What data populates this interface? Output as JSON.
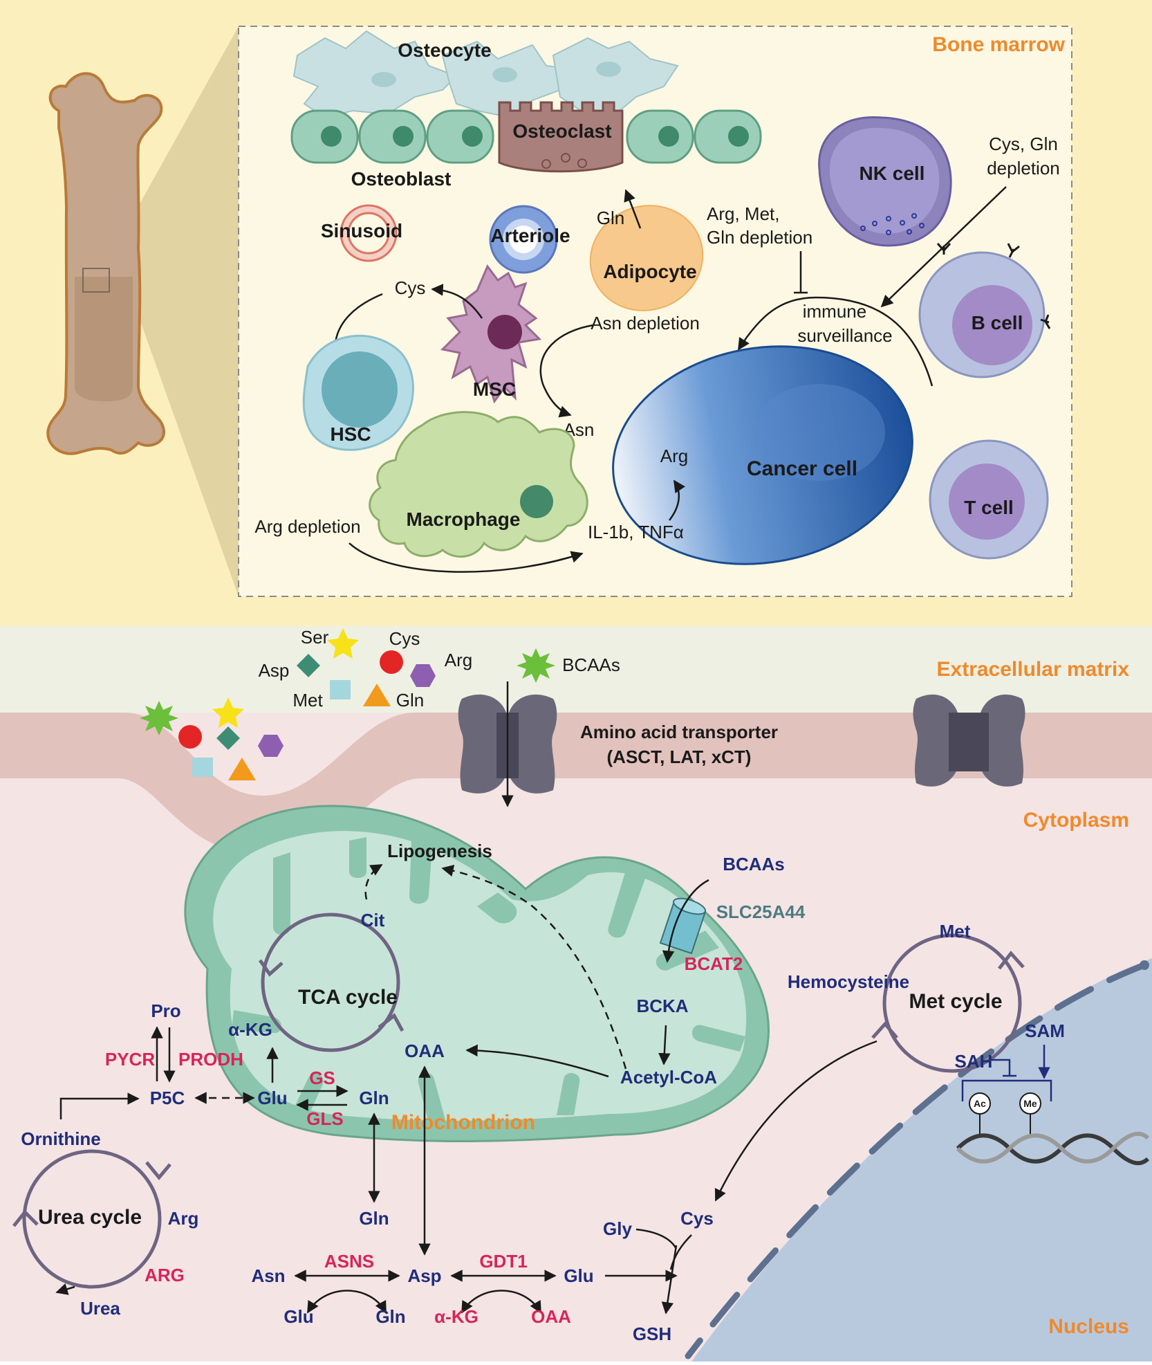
{
  "sections": {
    "bone_marrow": "Bone marrow",
    "extracellular_matrix": "Extracellular matrix",
    "cytoplasm": "Cytoplasm",
    "nucleus": "Nucleus",
    "mitochondrion": "Mitochondrion"
  },
  "bone_marrow": {
    "osteocyte": "Osteocyte",
    "osteoclast": "Osteoclast",
    "osteoblast": "Osteoblast",
    "sinusoid": "Sinusoid",
    "arteriole": "Arteriole",
    "adipocyte": "Adipocyte",
    "gln_from_adipocyte": "Gln",
    "nk_cell": "NK cell",
    "b_cell": "B cell",
    "t_cell": "T cell",
    "cys_gln_depletion_line1": "Cys, Gln",
    "cys_gln_depletion_line2": "depletion",
    "arg_met_gln_line1": "Arg, Met,",
    "arg_met_gln_line2": "Gln depletion",
    "immune_line1": "immune",
    "immune_line2": "surveillance",
    "cys": "Cys",
    "hsc": "HSC",
    "msc": "MSC",
    "asn_depletion": "Asn depletion",
    "asn": "Asn",
    "cancer_cell": "Cancer cell",
    "arg": "Arg",
    "macrophage": "Macrophage",
    "arg_depletion": "Arg depletion",
    "cytokines": "IL-1b, TNFα"
  },
  "ecm": {
    "ser": "Ser",
    "cys": "Cys",
    "asp": "Asp",
    "arg": "Arg",
    "met": "Met",
    "gln": "Gln",
    "bcaas": "BCAAs",
    "transporter_line1": "Amino acid transporter",
    "transporter_line2": "(ASCT, LAT, xCT)"
  },
  "metabolism": {
    "lipogenesis": "Lipogenesis",
    "bcaas": "BCAAs",
    "slc25a44": "SLC25A44",
    "bcat2": "BCAT2",
    "bcka": "BCKA",
    "acetyl_coa": "Acetyl-CoA",
    "cit": "Cit",
    "tca_cycle": "TCA cycle",
    "a_kg": "α-KG",
    "oaa": "OAA",
    "pro": "Pro",
    "pycr": "PYCR",
    "prodh": "PRODH",
    "p5c": "P5C",
    "glu": "Glu",
    "gs": "GS",
    "gln": "Gln",
    "gls": "GLS",
    "gln2": "Gln",
    "ornithine": "Ornithine",
    "urea_cycle": "Urea cycle",
    "arg": "Arg",
    "arg_enzyme": "ARG",
    "urea": "Urea",
    "asn": "Asn",
    "asns": "ASNS",
    "asp": "Asp",
    "gdt1": "GDT1",
    "glu_right": "Glu",
    "glu_b1": "Glu",
    "gln_b1": "Gln",
    "a_kg_b": "α-KG",
    "oaa_b": "OAA",
    "met": "Met",
    "hemocysteine": "Hemocysteine",
    "met_cycle": "Met cycle",
    "sam": "SAM",
    "sah": "SAH",
    "ac": "Ac",
    "me": "Me",
    "gly": "Gly",
    "cys": "Cys",
    "gsh": "GSH"
  },
  "colors": {
    "bone_marrow_bg": "#fbf0bd",
    "ecm_bg": "#eef0e4",
    "membrane": "#e2c2bd",
    "cytoplasm_bg": "#f4e4e4",
    "nucleus_bg": "#b8c9de",
    "mitochondrion": "#a8d2c2",
    "label_blue": "#1f2d7a",
    "label_red": "#d8245a",
    "label_orange": "#ef8a2b"
  }
}
